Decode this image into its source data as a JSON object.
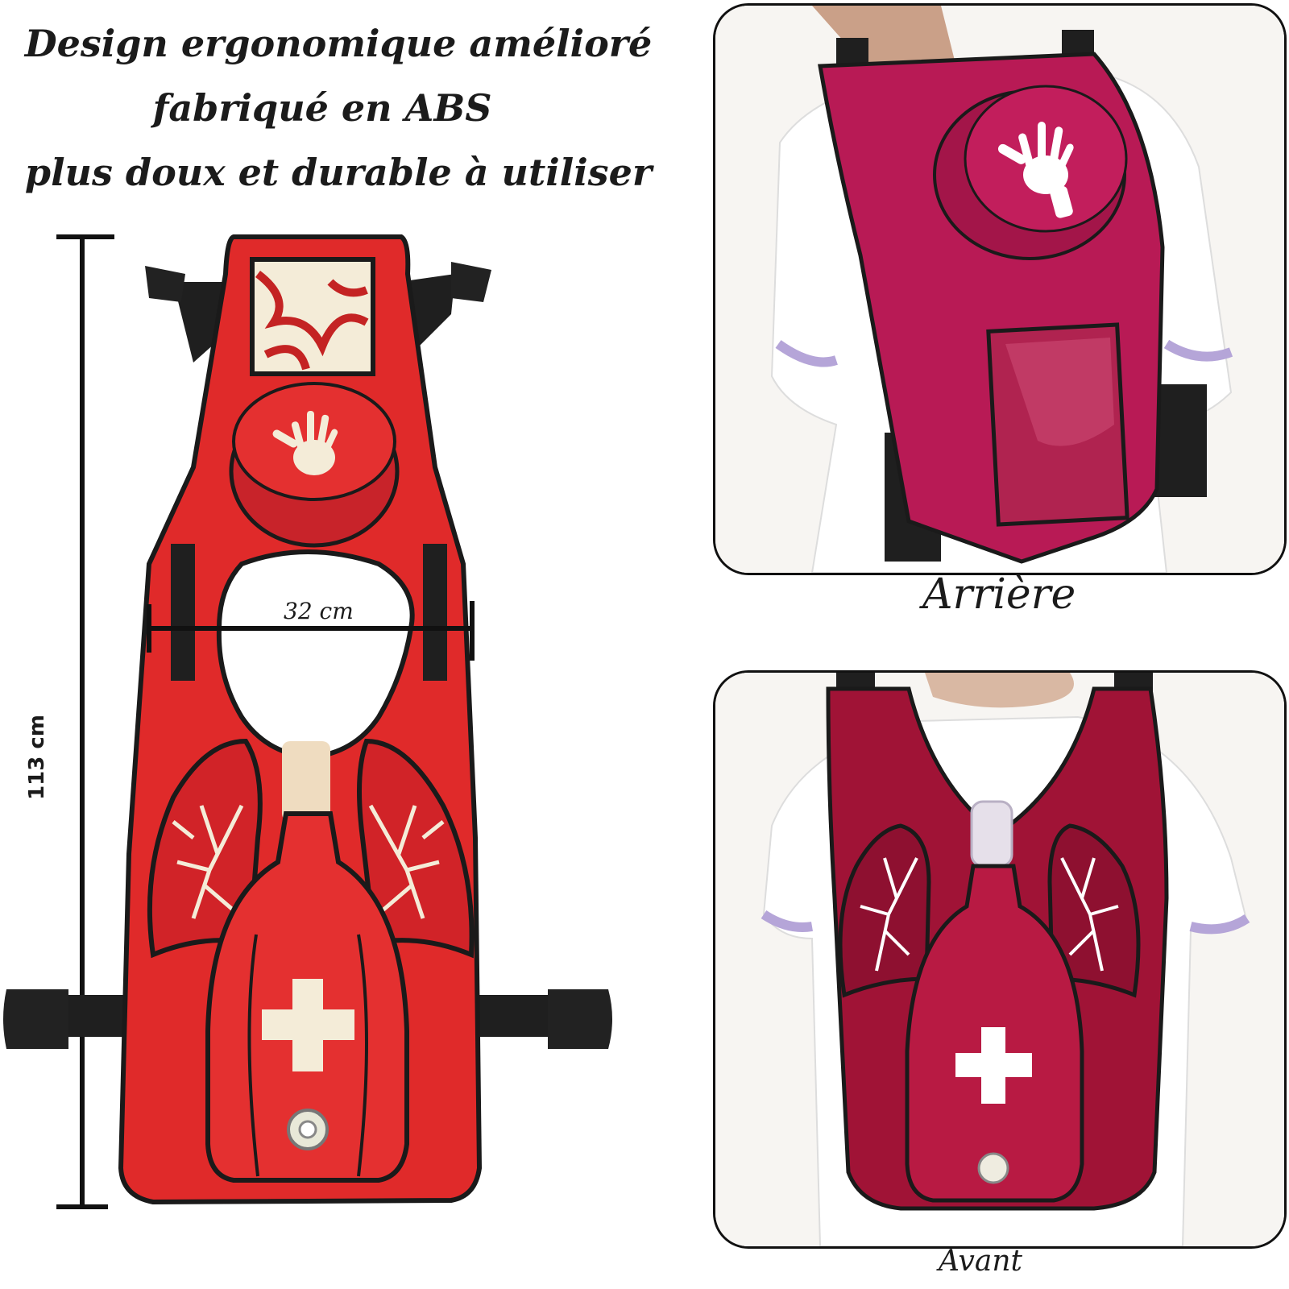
{
  "headline": {
    "line1": "Design ergonomique amélioré",
    "line2": "fabriqué en ABS",
    "line3": "plus doux et durable à utiliser"
  },
  "dimensions": {
    "width_label": "32 cm",
    "height_label": "113 cm"
  },
  "captions": {
    "back": "Arrière",
    "front": "Avant"
  },
  "colors": {
    "vest_red": "#e02a2a",
    "vest_magenta": "#b81a55",
    "vest_burgundy": "#a01336",
    "trim": "#1a1a1a",
    "print": "#f4ecd8"
  },
  "icons": [
    "hand-icon",
    "lungs-icon",
    "medical-cross-icon",
    "buckle-icon"
  ]
}
